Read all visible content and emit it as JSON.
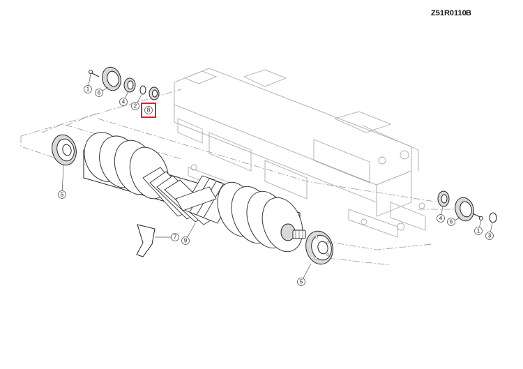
{
  "drawing": {
    "code": "Z51R0110",
    "revision": "B"
  },
  "highlight_color": "#d0262b",
  "callouts": [
    {
      "id": "c1",
      "label": "1"
    },
    {
      "id": "c6a",
      "label": "6"
    },
    {
      "id": "c4a",
      "label": "4"
    },
    {
      "id": "c2",
      "label": "2"
    },
    {
      "id": "c8",
      "label": "8"
    },
    {
      "id": "c5a",
      "label": "5"
    },
    {
      "id": "c7",
      "label": "7"
    },
    {
      "id": "c9",
      "label": "9"
    },
    {
      "id": "c5b",
      "label": "5"
    },
    {
      "id": "c4b",
      "label": "4"
    },
    {
      "id": "c6b",
      "label": "6"
    },
    {
      "id": "c1b",
      "label": "1"
    },
    {
      "id": "c3",
      "label": "3"
    }
  ]
}
